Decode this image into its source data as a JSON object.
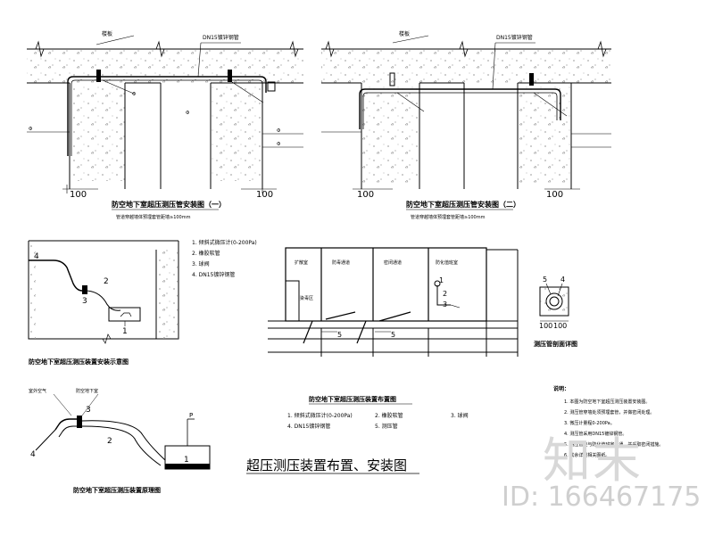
{
  "top_left": {
    "slab_label": "楼板",
    "pipe_label": "DN15镀锌钢管",
    "label_left": "Ф",
    "label_mid1": "Ф",
    "label_mid2": "Ф",
    "note_left": "Ф",
    "note_right1": "Ф",
    "note_right2": "Ф",
    "dim_left": "100",
    "dim_right": "100",
    "title": "防空地下室超压测压管安装图（一）",
    "subtitle": "管道穿越墙体预埋套管距墙≥100mm"
  },
  "top_right": {
    "slab_label": "楼板",
    "pipe_label": "DN15镀锌钢管",
    "dim_left": "100",
    "dim_right": "100",
    "title": "防空地下室超压测压管安装图（二）",
    "subtitle": "管道穿越墙体预埋套管距墙≥100mm"
  },
  "left_mid": {
    "legend": [
      "1. 倾斜式微压计(0-200Pa)",
      "2. 橡胶软管",
      "3. 球阀",
      "4. DN15镀锌钢管"
    ],
    "labels": [
      "4",
      "2",
      "3",
      "1"
    ],
    "title": "防空地下室超压测压装置安装示意图"
  },
  "center_mid": {
    "room_labels": [
      "扩散室",
      "防毒通道",
      "密闭通道",
      "防化值班室"
    ],
    "small_label": "染毒区",
    "labels": [
      "1",
      "2",
      "3",
      "5",
      "5"
    ],
    "title": "防空地下室超压测压装置布置图",
    "legend": [
      "1. 倾斜式微压计(0-200Pa)",
      "2. 橡胶软管",
      "3. 球阀",
      "4. DN15镀锌钢管",
      "5. 测压管"
    ]
  },
  "right_mid": {
    "label_5": "5",
    "label_4": "4",
    "dims": [
      "100",
      "100"
    ],
    "title": "测压管剖面详图"
  },
  "bottom_left": {
    "top_note1": "室外空气",
    "top_note2": "防空地下室",
    "labels": [
      "3",
      "2",
      "4",
      "1"
    ],
    "p_label": "P",
    "title": "防空地下室超压测压装置原理图"
  },
  "notes": {
    "heading": "说明：",
    "items": [
      "1. 本图为防空地下室超压测压装置安装图。",
      "2. 测压管穿墙处须预埋套管，并做密闭处理。",
      "3. 微压计量程0-200Pa。",
      "4. 测压管采用DN15镀锌钢管。",
      "5. 测压管应与防化值班室连通，并采取密闭措施。",
      "6. 其余详见相关图纸。"
    ]
  },
  "main_title": "超压测压装置布置、安装图",
  "watermark": {
    "logo_text": "知末",
    "id_text": "ID: 166467175"
  }
}
